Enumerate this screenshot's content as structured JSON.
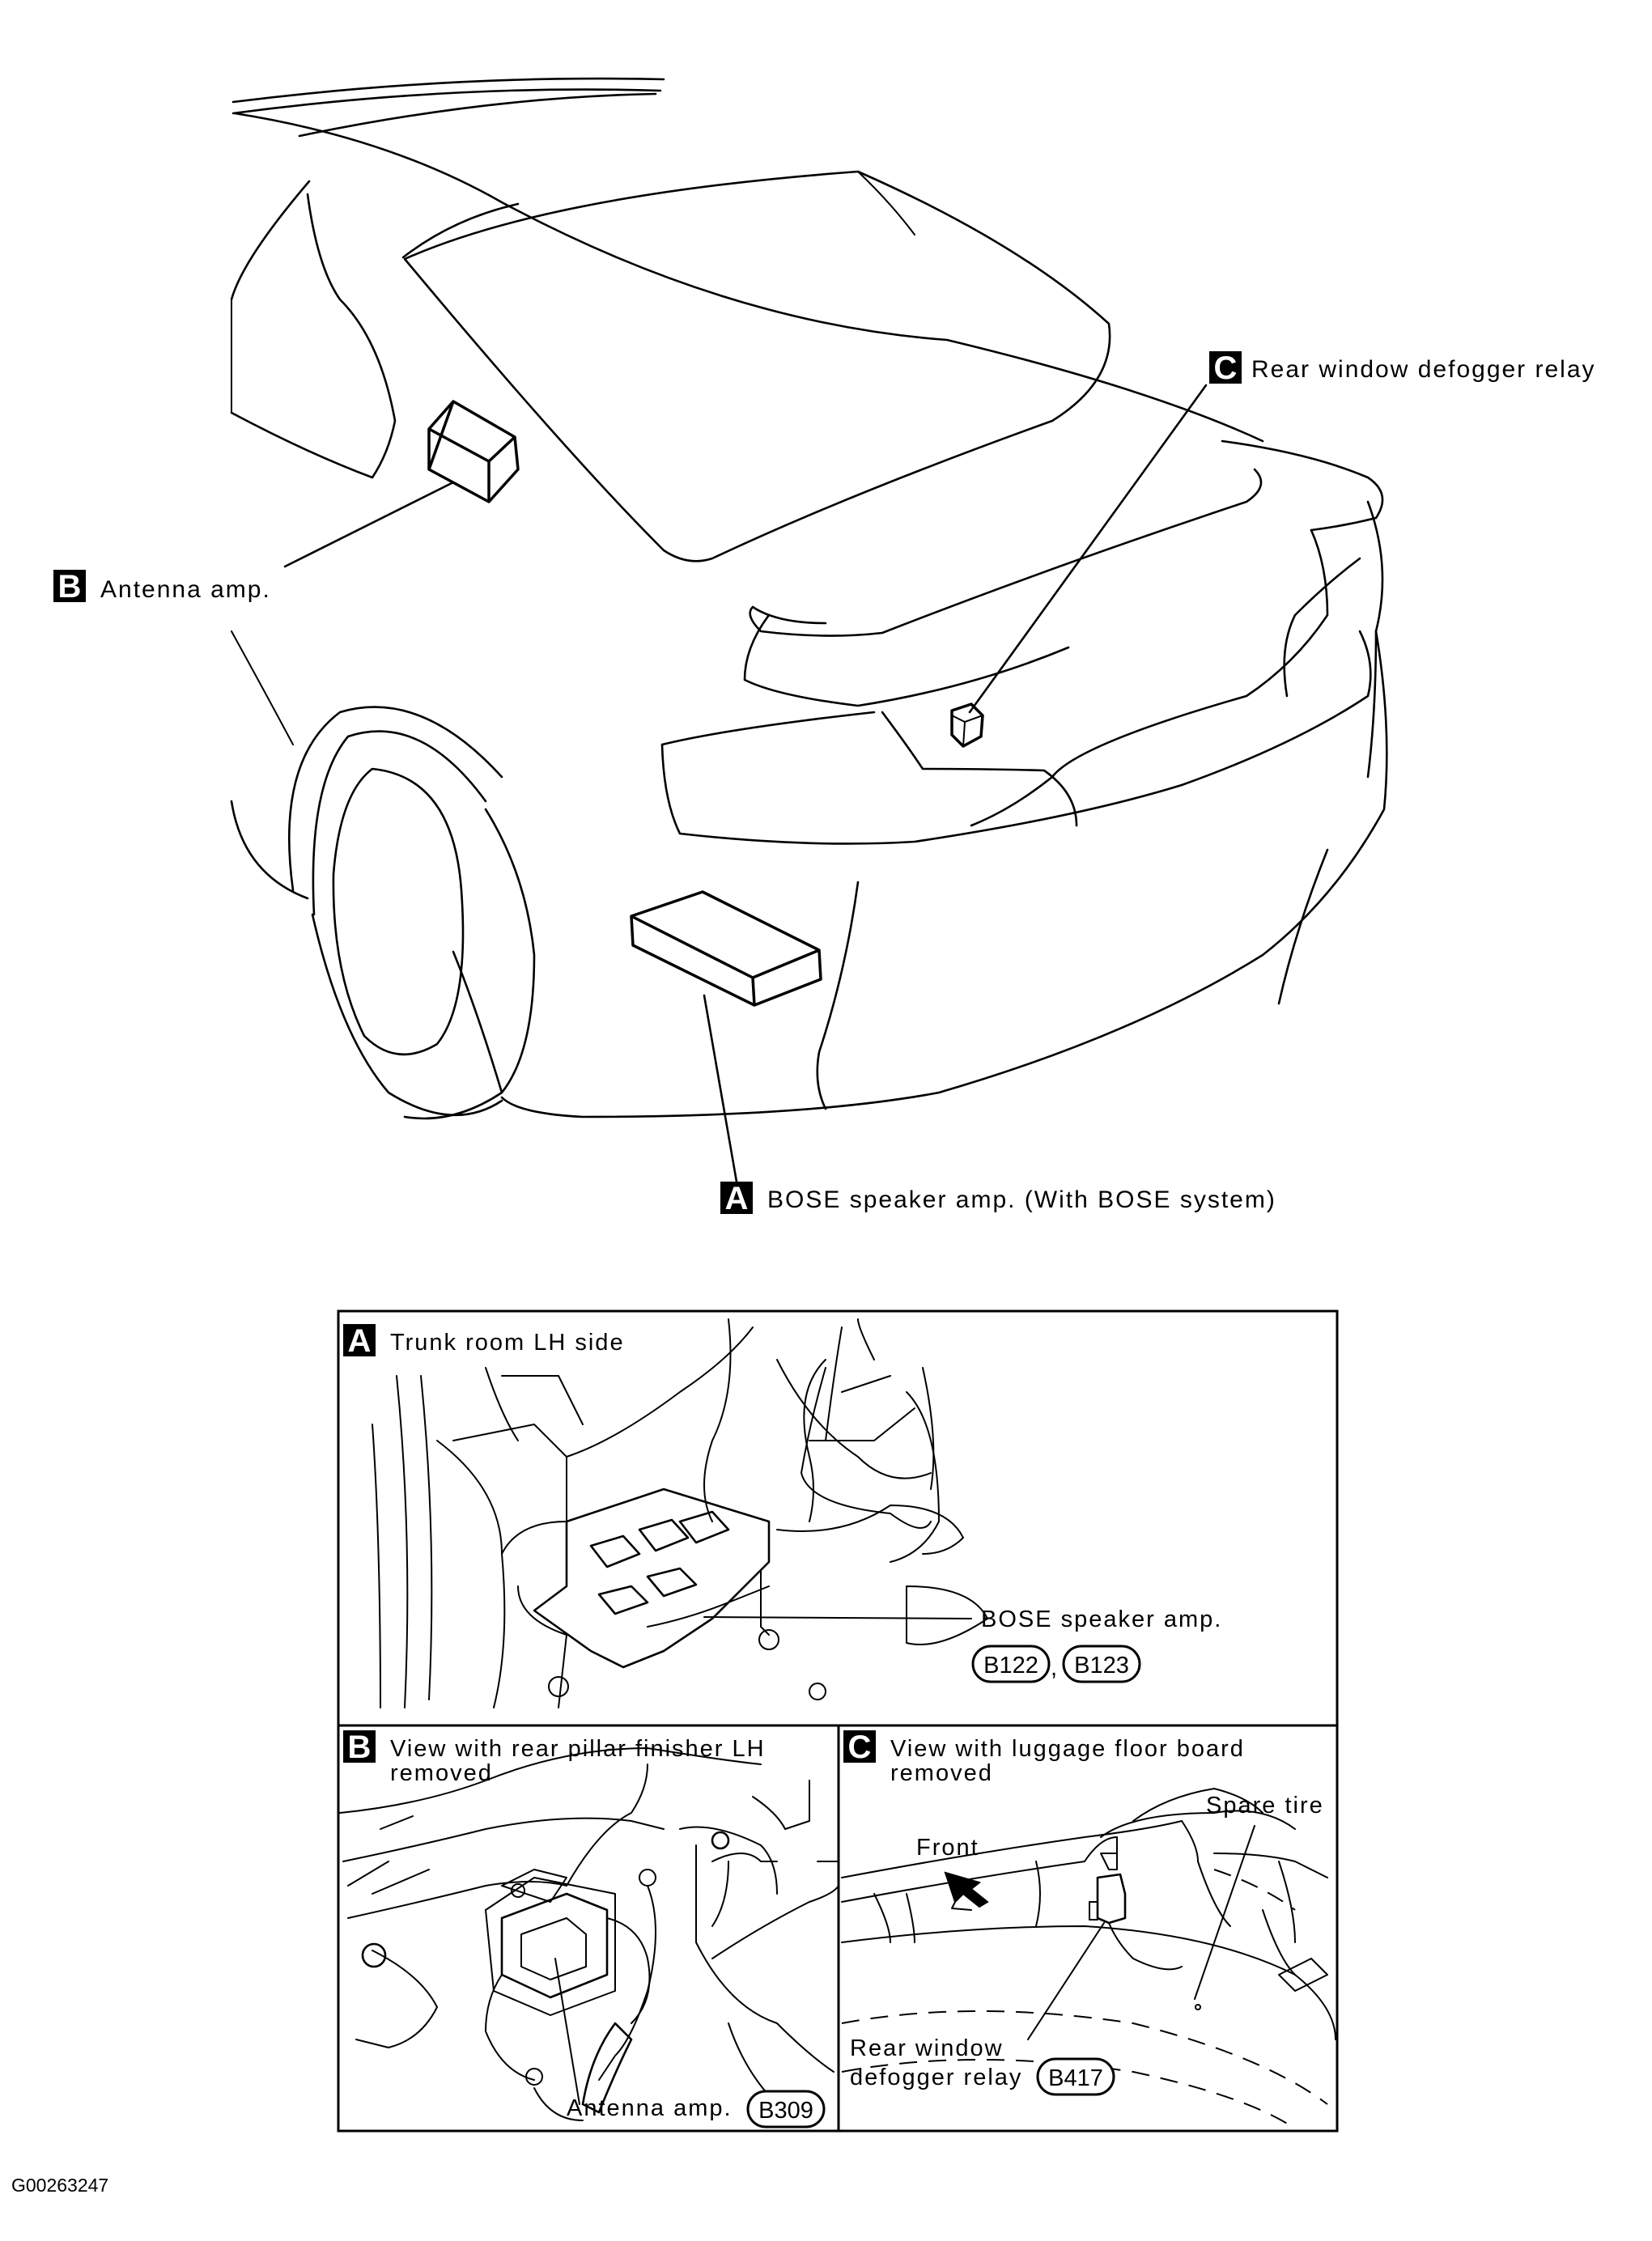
{
  "callouts": {
    "c_tag": "C",
    "c_label": "Rear window defogger relay",
    "b_tag": "B",
    "b_label": "Antenna amp.",
    "a_tag": "A",
    "a_label": "BOSE speaker amp. (With BOSE system)"
  },
  "panel_a": {
    "tag": "A",
    "title": "Trunk room LH side",
    "part_label": "BOSE speaker amp.",
    "connector_1": "B122",
    "separator": ",",
    "connector_2": "B123"
  },
  "panel_b": {
    "tag": "B",
    "title_line1": "View with rear pillar finisher LH",
    "title_line2": "removed",
    "part_label": "Antenna amp.",
    "connector": "B309"
  },
  "panel_c": {
    "tag": "C",
    "title_line1": "View with luggage floor board",
    "title_line2": "removed",
    "spare_tire_label": "Spare tire",
    "front_label": "Front",
    "part_label_line1": "Rear window",
    "part_label_line2": "defogger relay",
    "connector": "B417"
  },
  "figure_code": "G00263247"
}
